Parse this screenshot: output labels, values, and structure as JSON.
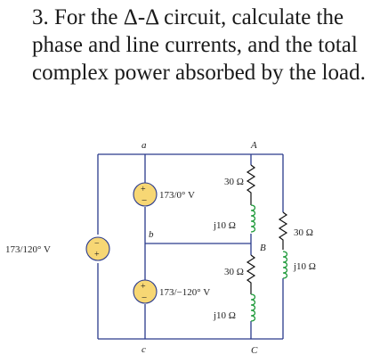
{
  "question": {
    "text": "3. For the Δ-Δ circuit, calculate the phase and line currents,  and the total complex power absorbed by the load."
  },
  "circuit": {
    "nodes": {
      "a": "a",
      "b": "b",
      "c": "c",
      "A": "A",
      "B": "B",
      "C": "C"
    },
    "sources": {
      "vab": "173/0° V",
      "vbc": "173/120° V",
      "vca": "173/−120° V"
    },
    "impedances": {
      "r_ab": "30 Ω",
      "x_ab": "j10 Ω",
      "r_bc": "30 Ω",
      "x_bc": "j10 Ω",
      "r_ca": "30 Ω",
      "x_ca": "j10 Ω"
    },
    "colors": {
      "wire": "#2a3a8c",
      "source_fill": "#f7d774",
      "inductor": "#1f9a3a"
    }
  }
}
